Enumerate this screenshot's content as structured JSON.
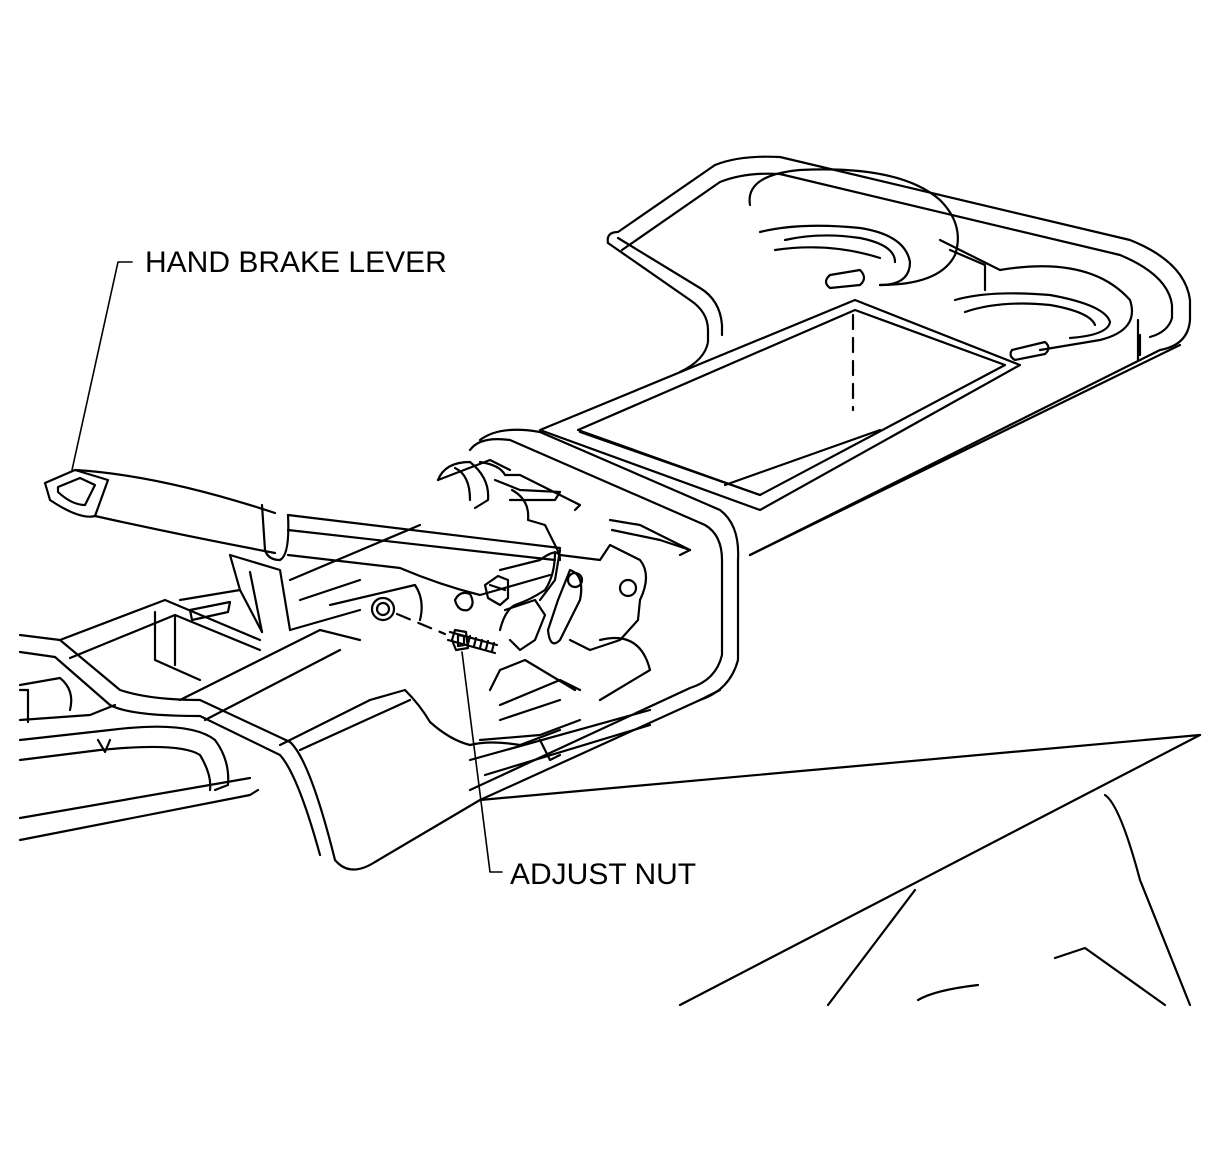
{
  "diagram": {
    "colors": {
      "line": "#000000",
      "background": "#ffffff"
    },
    "callouts": [
      {
        "id": "hand-brake-lever",
        "label": "HAND BRAKE LEVER"
      },
      {
        "id": "adjust-nut",
        "label": "ADJUST NUT"
      }
    ]
  }
}
